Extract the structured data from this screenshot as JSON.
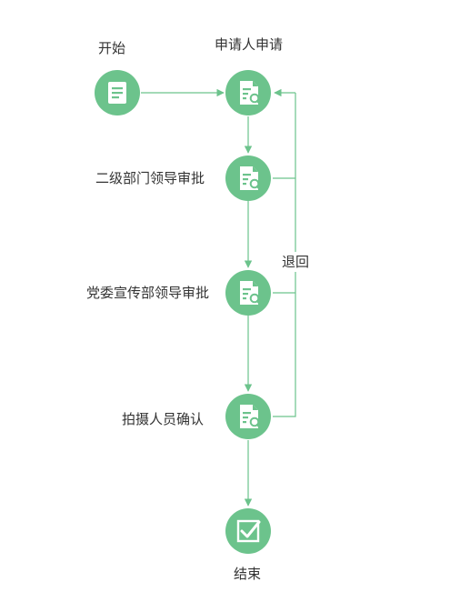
{
  "colors": {
    "node": "#6cc38c",
    "edge": "#6cc38c",
    "icon": "#ffffff",
    "text": "#333333"
  },
  "nodes": [
    {
      "id": "start",
      "label": "开始",
      "icon": "document-lines-icon"
    },
    {
      "id": "apply",
      "label": "申请人申请",
      "icon": "document-search-icon"
    },
    {
      "id": "dept",
      "label": "二级部门领导审批",
      "icon": "document-search-icon"
    },
    {
      "id": "party",
      "label": "党委宣传部领导审批",
      "icon": "document-search-icon"
    },
    {
      "id": "photo",
      "label": "拍摄人员确认",
      "icon": "document-search-icon"
    },
    {
      "id": "end",
      "label": "结束",
      "icon": "checkbox-check-icon"
    }
  ],
  "edges": [
    {
      "from": "start",
      "to": "apply"
    },
    {
      "from": "apply",
      "to": "dept"
    },
    {
      "from": "dept",
      "to": "party"
    },
    {
      "from": "party",
      "to": "photo"
    },
    {
      "from": "photo",
      "to": "end"
    }
  ],
  "return_edge": {
    "label": "退回",
    "from": [
      "dept",
      "party",
      "photo"
    ],
    "to": "apply"
  }
}
